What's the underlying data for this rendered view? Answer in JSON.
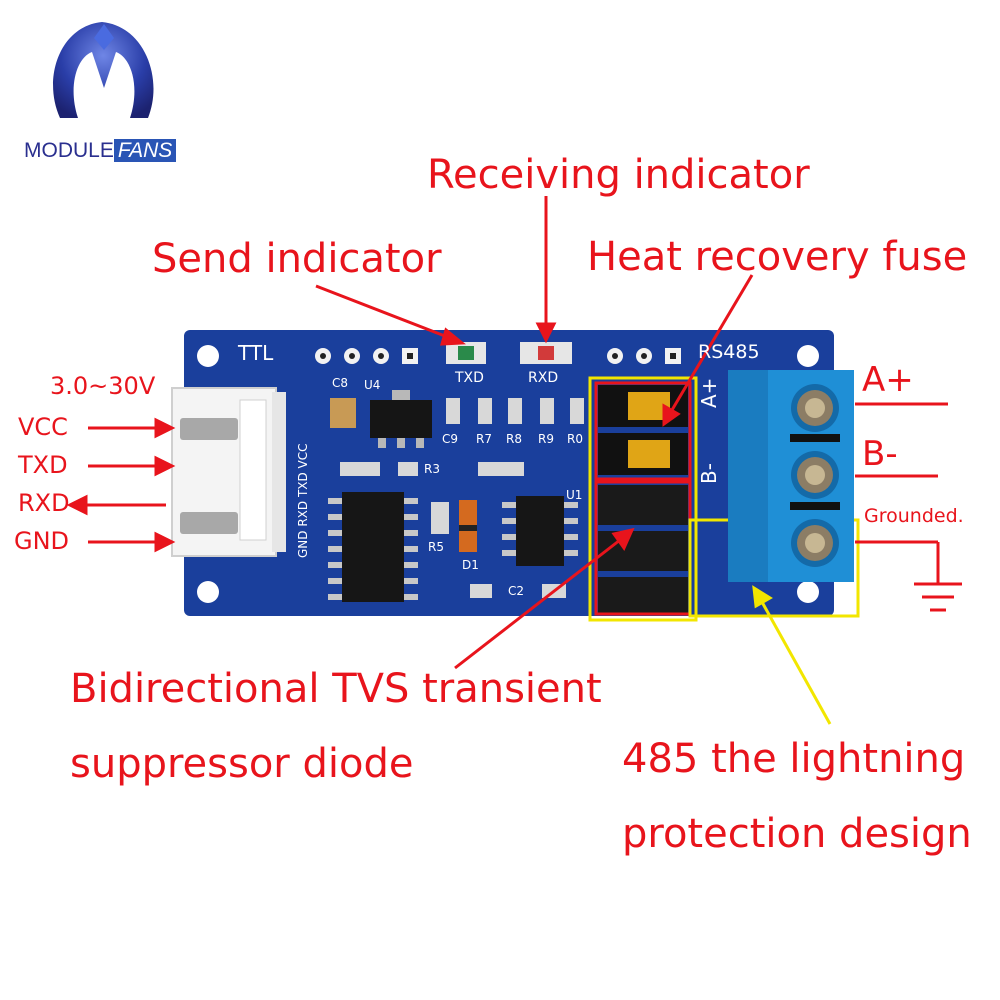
{
  "logo": {
    "brand_part1": "MODULE",
    "brand_part2": "FANS",
    "colors": {
      "blue": "#2a3ea8",
      "dark": "#1c2270"
    }
  },
  "callouts": {
    "receiving_indicator": "Receiving indicator",
    "send_indicator": "Send indicator",
    "heat_recovery_fuse": "Heat recovery fuse",
    "tvs_line1": "Bidirectional TVS transient",
    "tvs_line2": "suppressor diode",
    "lightning_line1": "485 the lightning",
    "lightning_line2": "protection design",
    "a_plus": "A+",
    "b_minus": "B-",
    "grounded": "Grounded."
  },
  "pins": {
    "voltage": "3.0~30V",
    "vcc": "VCC",
    "txd": "TXD",
    "rxd": "RXD",
    "gnd": "GND"
  },
  "board": {
    "ttl": "TTL",
    "rs485": "RS485",
    "txd_led": "TXD",
    "rxd_led": "RXD",
    "c8": "C8",
    "u4": "U4",
    "c9": "C9",
    "r7": "R7",
    "r8": "R8",
    "r9": "R9",
    "r0": "R0",
    "r3": "R3",
    "r5": "R5",
    "d1": "D1",
    "c2": "C2",
    "u1": "U1",
    "a_plus_silk": "A+",
    "b_minus_silk": "B-",
    "vertical_header": "GND RXD TXD VCC",
    "colors": {
      "pcb": "#1a3f9c",
      "terminal": "#1f8fd6",
      "accent_red": "#e8141c",
      "accent_yellow": "#f2e600"
    }
  }
}
